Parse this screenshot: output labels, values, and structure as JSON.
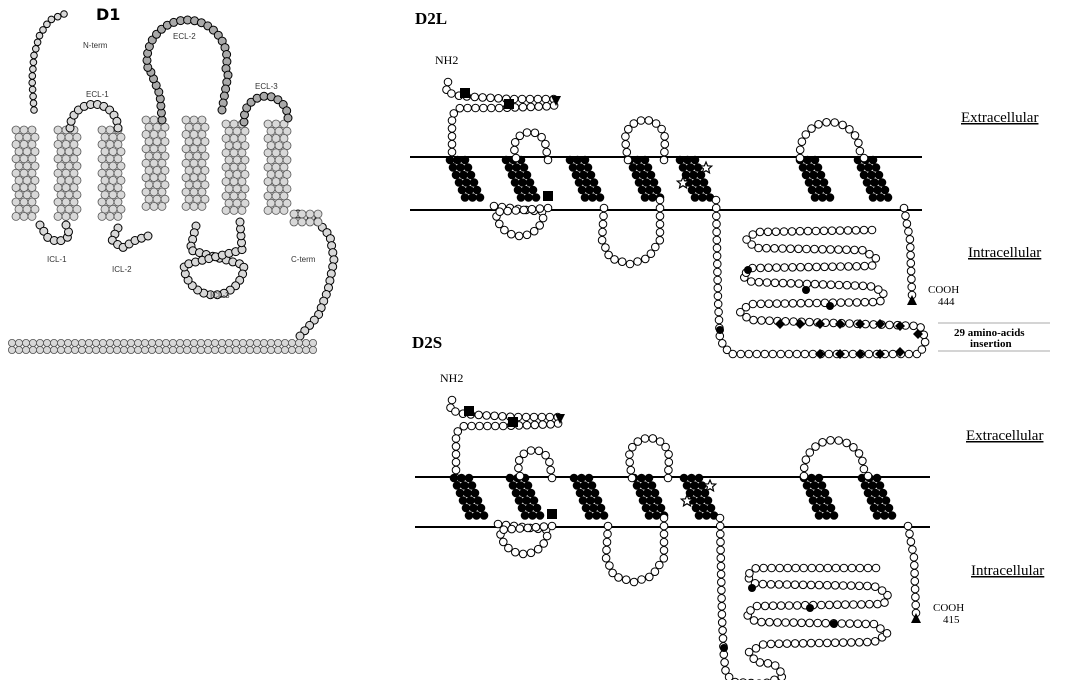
{
  "d1": {
    "title": "D1",
    "labels": {
      "nterm": "N-term",
      "ecl1": "ECL-1",
      "ecl2": "ECL-2",
      "ecl3": "ECL-3",
      "icl1": "ICL-1",
      "icl2": "ICL-2",
      "icl3": "ICL-3",
      "cterm": "C-term"
    }
  },
  "d2l": {
    "title": "D2L",
    "nh2": "NH2",
    "extracellular": "Extracellular",
    "intracellular": "Intracellular",
    "cooh": "COOH",
    "cooh_num": "444",
    "insertion_line1": "29 amino-acids",
    "insertion_line2": "insertion"
  },
  "d2s": {
    "title": "D2S",
    "nh2": "NH2",
    "extracellular": "Extracellular",
    "intracellular": "Intracellular",
    "cooh": "COOH",
    "cooh_num": "415"
  }
}
